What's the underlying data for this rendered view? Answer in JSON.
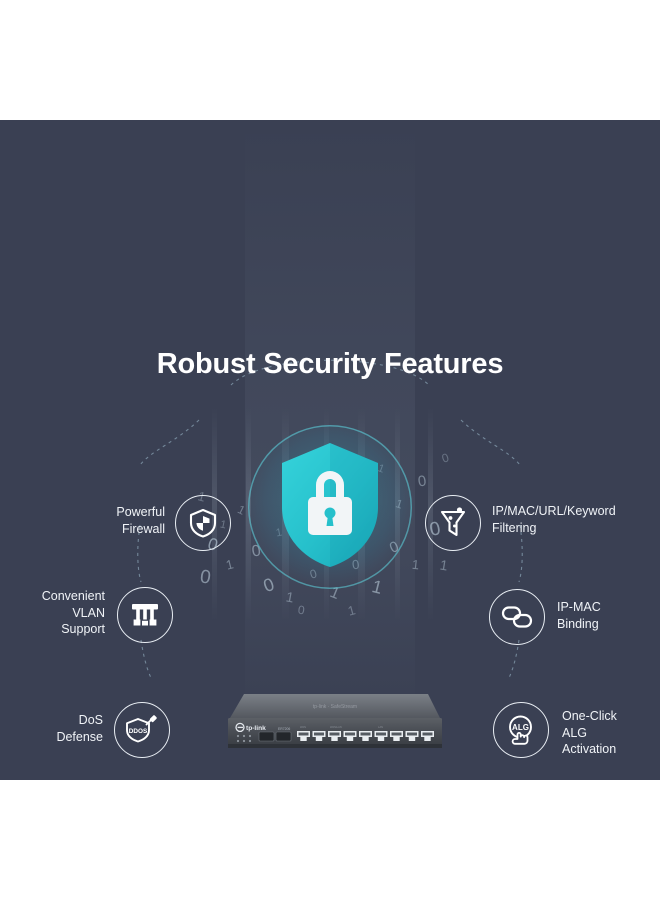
{
  "panel": {
    "background_color": "#3a4053",
    "title": "Robust Security Features"
  },
  "center_graphic": {
    "name": "security-shield-padlock",
    "shield_color": "#2ec8d0",
    "lock_color": "#f2f5f7",
    "binary_digits": [
      "0",
      "1",
      "1",
      "0",
      "1",
      "0",
      "0",
      "1",
      "0",
      "1",
      "1",
      "0",
      "0",
      "1",
      "0",
      "1",
      "0",
      "1",
      "1",
      "0",
      "0",
      "1",
      "0",
      "1",
      "1",
      "0",
      "0",
      "1"
    ]
  },
  "device": {
    "name": "tp-link-router",
    "brand": "tp-link",
    "port_count": 10,
    "sfp_count": 2
  },
  "features": {
    "left": [
      {
        "id": "powerful-firewall",
        "label": "Powerful\nFirewall",
        "icon": "shield-icon"
      },
      {
        "id": "vlan-support",
        "label": "Convenient\nVLAN\nSupport",
        "icon": "vlan-topology-icon"
      },
      {
        "id": "dos-defense",
        "label": "DoS\nDefense",
        "icon": "ddos-shield-icon",
        "icon_text": "DDOS"
      }
    ],
    "right": [
      {
        "id": "keyword-filtering",
        "label": "IP/MAC/URL/Keyword\nFiltering",
        "icon": "filter-funnel-icon"
      },
      {
        "id": "ip-mac-binding",
        "label": "IP-MAC\nBinding",
        "icon": "chain-link-icon"
      },
      {
        "id": "alg-activation",
        "label": "One-Click\nALG\nActivation",
        "icon": "alg-hand-icon",
        "icon_text": "ALG"
      }
    ]
  }
}
